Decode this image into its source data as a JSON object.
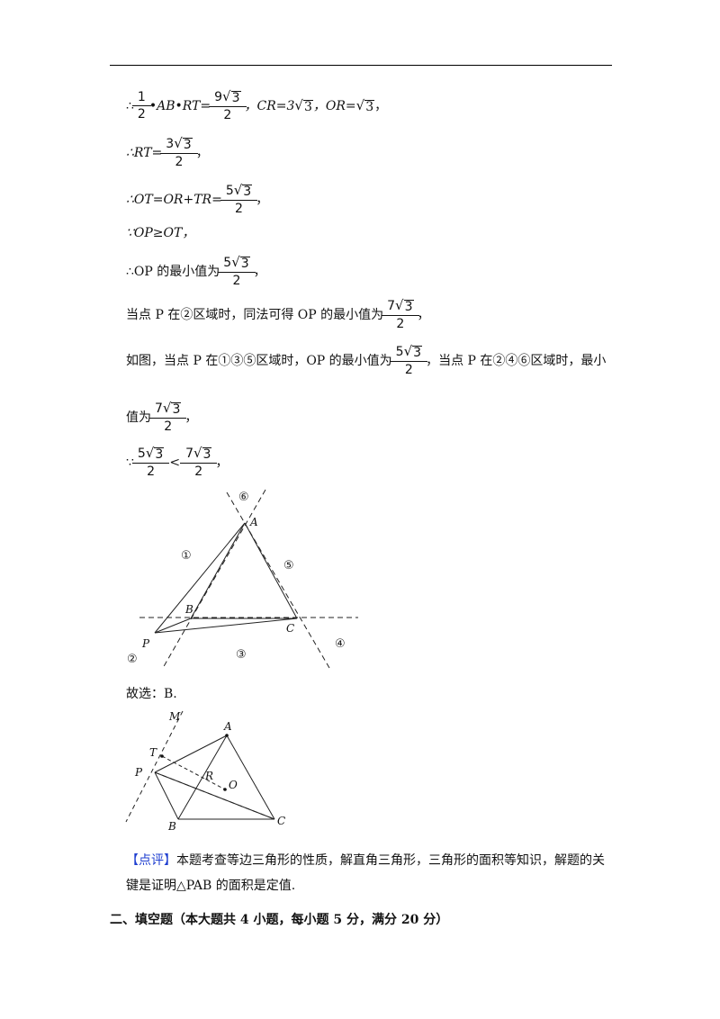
{
  "lines": {
    "l1": {
      "therefore": "∴",
      "f1_num": "1",
      "f1_den": "2",
      "mid": "•AB•RT=",
      "f2_coef": "9",
      "f2_rad": "3",
      "f2_den": "2",
      "cr": "，CR=3",
      "cr_rad": "3",
      "or": "，OR=",
      "or_rad": "3",
      "end": "，"
    },
    "l2": {
      "pre": "∴RT=",
      "coef": "3",
      "rad": "3",
      "den": "2",
      "end": "，"
    },
    "l3": {
      "pre": "∴OT=OR+TR=",
      "coef": "5",
      "rad": "3",
      "den": "2",
      "end": "，"
    },
    "l4": {
      "text": "∵OP≥OT，"
    },
    "l5": {
      "pre": "∴OP 的最小值为",
      "coef": "5",
      "rad": "3",
      "den": "2",
      "end": "，"
    },
    "l6": {
      "pre": "当点 P 在②区域时，同法可得 OP 的最小值为",
      "coef": "7",
      "rad": "3",
      "den": "2",
      "end": "，"
    },
    "l7": {
      "pre": "如图，当点 P 在①③⑤区域时，OP 的最小值为",
      "coef": "5",
      "rad": "3",
      "den": "2",
      "post": "，当点 P 在②④⑥区域时，最小"
    },
    "l8": {
      "pre": "值为",
      "coef": "7",
      "rad": "3",
      "den": "2",
      "end": "，"
    },
    "l9": {
      "pre": "∵",
      "c1": "5",
      "r1": "3",
      "d1": "2",
      "lt": "<",
      "c2": "7",
      "r2": "3",
      "d2": "2",
      "end": "，"
    }
  },
  "diagram1": {
    "labels": {
      "A": "A",
      "B": "B",
      "C": "C",
      "P": "P",
      "r1": "①",
      "r2": "②",
      "r3": "③",
      "r4": "④",
      "r5": "⑤",
      "r6": "⑥"
    }
  },
  "answer": {
    "text": "故选：B."
  },
  "diagram2": {
    "labels": {
      "M": "M",
      "A": "A",
      "T": "T",
      "P": "P",
      "R": "R",
      "O": "O",
      "B": "B",
      "C": "C"
    }
  },
  "comment": {
    "label": "【点评】",
    "text": "本题考查等边三角形的性质，解直角三角形，三角形的面积等知识，解题的关键是证明△PAB 的面积是定值."
  },
  "section": {
    "title": "二、填空题（本大题共 4 小题，每小题 5 分，满分 20 分）"
  }
}
